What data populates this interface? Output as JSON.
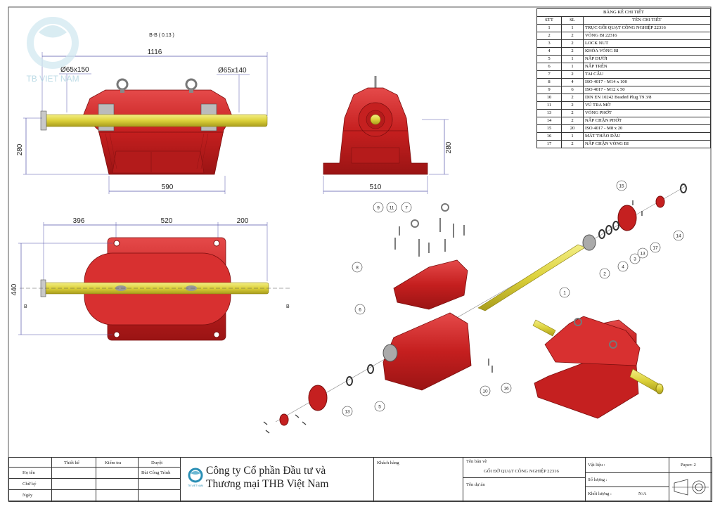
{
  "views": {
    "section_label": "B-B ( 0.13 )",
    "dim_overall_length": "1116",
    "dim_shaft_left": "Ø65x150",
    "dim_shaft_right": "Ø65x140",
    "dim_height_front": "280",
    "dim_base_length": "590",
    "dim_height_side": "280",
    "dim_width_side": "510",
    "dim_top_left": "396",
    "dim_top_mid": "520",
    "dim_top_right": "200",
    "dim_top_height": "440",
    "section_mark_left": "B",
    "section_mark_right": "B"
  },
  "logo": {
    "text": "TB VIET NAM"
  },
  "balloons": [
    "1",
    "2",
    "3",
    "4",
    "5",
    "6",
    "7",
    "8",
    "9",
    "10",
    "11",
    "13",
    "13",
    "14",
    "15",
    "16",
    "17"
  ],
  "bom": {
    "title": "BẢNG KÊ CHI TIẾT",
    "headers": {
      "stt": "STT",
      "sl": "SL",
      "name": "TÊN CHI TIẾT"
    },
    "rows": [
      {
        "stt": "1",
        "sl": "1",
        "name": "TRỤC GỐI QUẠT CÔNG NGHIỆP 22316"
      },
      {
        "stt": "2",
        "sl": "2",
        "name": "VÒNG BI 22316"
      },
      {
        "stt": "3",
        "sl": "2",
        "name": "LOCK NUT"
      },
      {
        "stt": "4",
        "sl": "2",
        "name": "KHÓA VÒNG BI"
      },
      {
        "stt": "5",
        "sl": "1",
        "name": "NẮP DƯỚI"
      },
      {
        "stt": "6",
        "sl": "1",
        "name": "NẮP TRÊN"
      },
      {
        "stt": "7",
        "sl": "2",
        "name": "TAI CẨU"
      },
      {
        "stt": "8",
        "sl": "4",
        "name": "ISO 4017 - M14 x 100"
      },
      {
        "stt": "9",
        "sl": "6",
        "name": "ISO 4017 - M12 x 50"
      },
      {
        "stt": "10",
        "sl": "2",
        "name": "DIN EN 10242 Beaded Plug T9 3/8"
      },
      {
        "stt": "11",
        "sl": "2",
        "name": "VÚ TRA MỠ"
      },
      {
        "stt": "13",
        "sl": "2",
        "name": "VÒNG PHỚT"
      },
      {
        "stt": "14",
        "sl": "2",
        "name": "NẮP CHẶN PHỚT"
      },
      {
        "stt": "15",
        "sl": "20",
        "name": "ISO 4017 - M8 x 20"
      },
      {
        "stt": "16",
        "sl": "1",
        "name": "MẮT THĂO DẦU"
      },
      {
        "stt": "17",
        "sl": "2",
        "name": "NẮP CHẶN VÒNG BI"
      }
    ]
  },
  "title_block": {
    "col_design": "Thiết kế",
    "col_check": "Kiểm tra",
    "col_approve": "Duyệt",
    "row_name": "Họ tên",
    "row_sign": "Chữ ký",
    "row_date": "Ngày",
    "approver": "Bùi Công Trình",
    "logo_caption": "TB VIET NAM",
    "company_line1": "Công ty Cổ phần Đầu tư và",
    "company_line2": "Thương mại THB Việt Nam",
    "customer_label": "Khách hàng",
    "drawing_name_label": "Tên bản vẽ",
    "drawing_name": "GỐI ĐỠ QUẠT CÔNG NGHIỆP 22316",
    "project_label": "Tên dự án",
    "material_label": "Vật liệu :",
    "quantity_label": "Số lượng :",
    "mass_label": "Khối lượng :",
    "mass_value": "N/A",
    "paper": "Paper: 2"
  },
  "colors": {
    "housing": "#d42b2b",
    "shaft": "#e6dc4a",
    "dim_line": "#5555aa"
  }
}
